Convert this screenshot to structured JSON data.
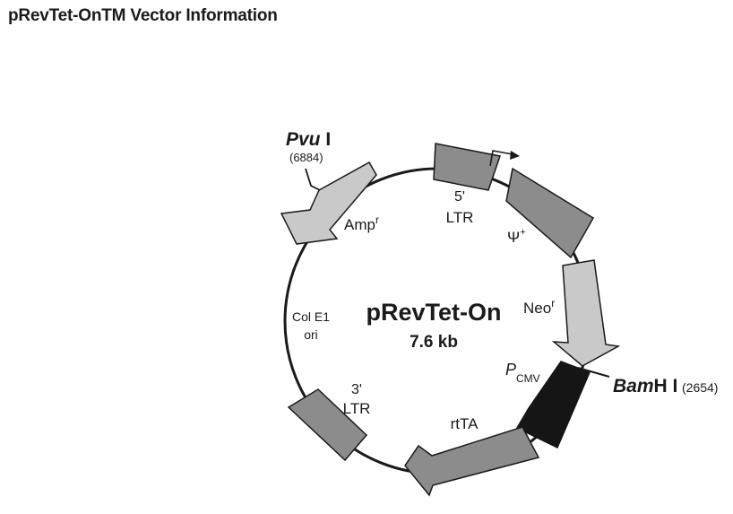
{
  "header": {
    "title": "pRevTet-On",
    "title_tm": "TM",
    "title_rest": " Vector Information"
  },
  "plasmid": {
    "name": "pRevTet-On",
    "size": "7.6 kb",
    "features": {
      "ltr5_line1": "5'",
      "ltr5_line2": "LTR",
      "psi_symbol": "Ψ",
      "psi_sup": "+",
      "neo": "Neo",
      "neo_sup": "r",
      "pcmv_p": "P",
      "pcmv_sub": "CMV",
      "rtta": "rtTA",
      "ltr3_line1": "3'",
      "ltr3_line2": "LTR",
      "colE1_line1": "Col E1",
      "colE1_line2": "ori",
      "amp": "Amp",
      "amp_sup": "r"
    },
    "sites": {
      "pvu_italic": "Pvu",
      "pvu_roman": " I",
      "pvu_pos": "(6884)",
      "bam_italic": "Bam",
      "bam_roman": "H I",
      "bam_pos": "(2654)"
    }
  },
  "colors": {
    "dark_gray": "#8c8c8c",
    "light_gray": "#c9c9c9",
    "black": "#151515",
    "outline": "#1a1a1a"
  }
}
